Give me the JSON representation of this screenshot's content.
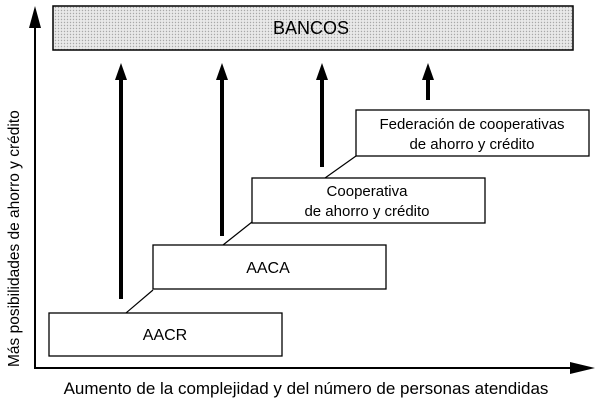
{
  "diagram": {
    "y_axis_label": "Más posibilidades de ahorro y crédito",
    "x_axis_label": "Aumento de la complejidad y del número de personas atendidas",
    "banks_label": "BANCOS",
    "stages": [
      {
        "lines": [
          "AACR"
        ]
      },
      {
        "lines": [
          "AACA"
        ]
      },
      {
        "lines": [
          "Cooperativa",
          "de ahorro y crédito"
        ]
      },
      {
        "lines": [
          "Federación de cooperativas",
          "de ahorro y crédito"
        ]
      }
    ]
  }
}
